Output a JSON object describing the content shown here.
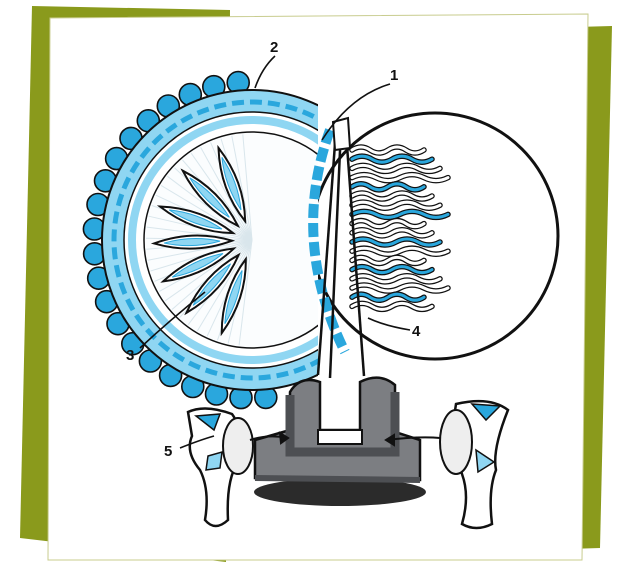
{
  "colors": {
    "frame_accent": "#8a9a1c",
    "card": "#ffffff",
    "blue_light": "#8fd6f2",
    "blue": "#2aa7dd",
    "ink": "#111111",
    "grey": "#7c7e82",
    "grey_dark": "#4d4f53",
    "shadow": "#2b2b2b"
  },
  "labels": {
    "l1": "1",
    "l2": "2",
    "l3": "3",
    "l4": "4",
    "l5": "5"
  }
}
